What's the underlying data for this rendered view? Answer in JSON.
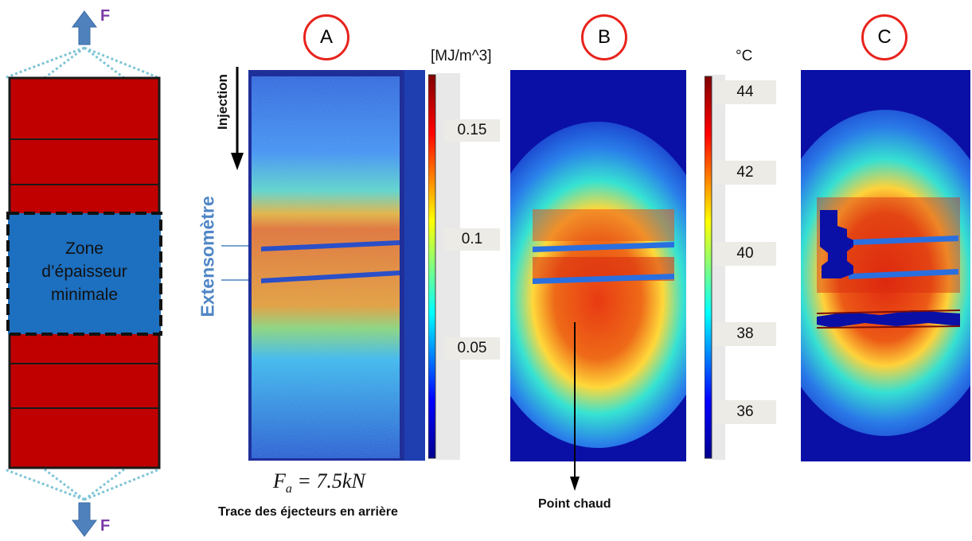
{
  "specimen": {
    "force_top": "F",
    "force_bottom": "F",
    "zone_lines": [
      "Zone",
      "d’épaisseur",
      "minimale"
    ],
    "colors": {
      "body": "#c00000",
      "zone": "#1d6fbf",
      "arrow": "#4f81bd",
      "cable": "#7ec4d6"
    }
  },
  "labels": {
    "injection": "Injection",
    "extensometre": "Extensomètre"
  },
  "panels": [
    {
      "id": "A",
      "label": "A"
    },
    {
      "id": "B",
      "label": "B"
    },
    {
      "id": "C",
      "label": "C"
    }
  ],
  "colorbar_A": {
    "unit": "[MJ/m^3]",
    "ticks": [
      "0.15",
      "0.1",
      "0.05"
    ]
  },
  "colorbar_B": {
    "unit": "°C",
    "ticks": [
      "44",
      "42",
      "40",
      "38",
      "36"
    ]
  },
  "formula": {
    "symbol": "F",
    "subscript": "a",
    "rest": " = 7.5kN"
  },
  "captions": {
    "ejecteurs": "Trace des éjecteurs en arrière",
    "point_chaud": "Point chaud"
  }
}
